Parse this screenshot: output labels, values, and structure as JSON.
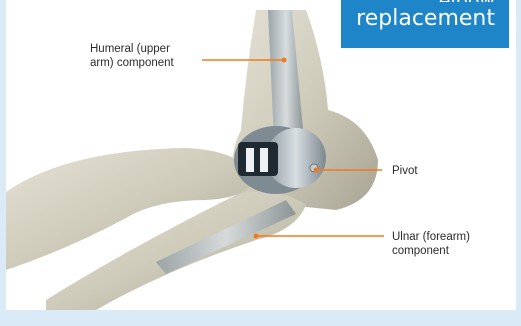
{
  "tag": {
    "line1": "elbow",
    "line2": "replacement"
  },
  "labels": {
    "humeral": "Humeral (upper\narm) component",
    "pivot": "Pivot",
    "ulnar": "Ulnar (forearm)\ncomponent"
  },
  "colors": {
    "tag_bg": "#1e86c8",
    "leader_line": "#f07a1c",
    "page_bg": "#dbeaf7"
  }
}
